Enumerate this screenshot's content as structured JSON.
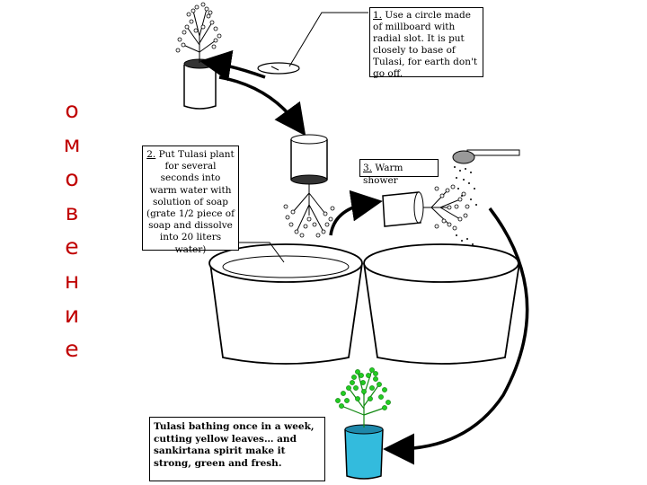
{
  "side_word": {
    "letters": [
      "о",
      "м",
      "о",
      "в",
      "е",
      "н",
      "и",
      "е"
    ]
  },
  "notes": {
    "step1": {
      "number": "1.",
      "text": "Use a circle made of millboard with radial slot. It is put closely to base of Tulasi, for earth don't go off."
    },
    "step2": {
      "number": "2.",
      "text": "Put Tulasi plant for several seconds into warm water with solution of soap (grate 1/2 piece of soap and dissolve into 20 liters water)"
    },
    "step3": {
      "number": "3.",
      "text": "Warm shower"
    },
    "summary": {
      "text": "Tulasi bathing once in a week, cutting yellow leaves… and sankirtana spirit make it strong, green and fresh."
    }
  },
  "colors": {
    "side_word": "#c00000",
    "line": "#000000",
    "plant_green": "#22cc22",
    "pot_cyan": "#33bbdd"
  }
}
